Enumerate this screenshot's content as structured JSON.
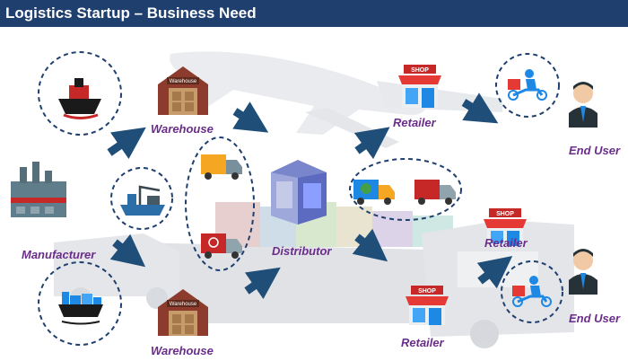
{
  "header": {
    "title": "Logistics Startup – Business Need"
  },
  "labels": {
    "manufacturer": "Manufacturer",
    "warehouse_top": "Warehouse",
    "warehouse_bottom": "Warehouse",
    "distributor": "Distributor",
    "retailer_top": "Retailer",
    "retailer_mid": "Retailer",
    "retailer_bottom": "Retailer",
    "end_user_top": "End User",
    "end_user_bottom": "End User"
  },
  "signs": {
    "shop_sign": "SHOP",
    "warehouse_sign": "Warehouse"
  },
  "colors": {
    "title_bar": "#1f3f6e",
    "label_text": "#6b2d8a",
    "arrow": "#1f4e79",
    "dashed_circle": "#1f3f6e"
  },
  "icons": [
    "cargo-ship-icon",
    "crane-ship-icon",
    "container-ship-icon",
    "factory-icon",
    "warehouse-icon",
    "delivery-truck-icon",
    "distributor-building-icon",
    "shop-icon",
    "scooter-delivery-icon",
    "businessman-icon"
  ]
}
